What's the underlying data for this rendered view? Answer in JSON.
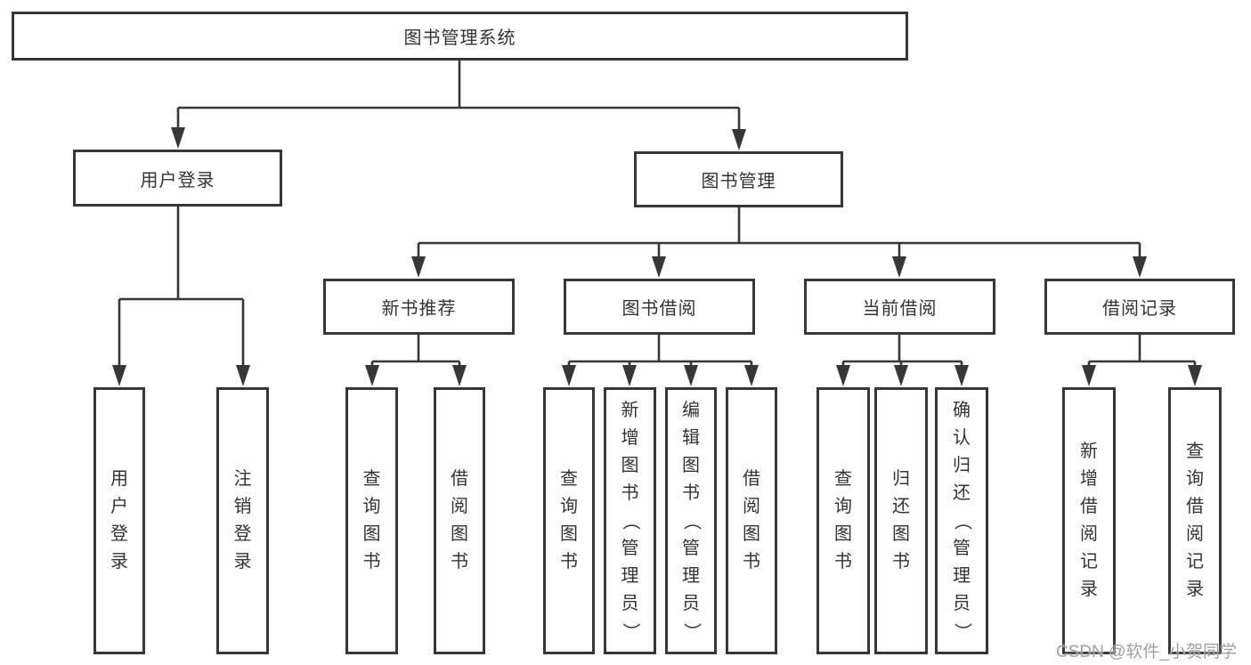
{
  "diagram": {
    "root": {
      "label": "图书管理系统"
    },
    "branches": [
      {
        "label": "用户登录",
        "leaves": [
          {
            "label": "用户登录"
          },
          {
            "label": "注销登录"
          }
        ]
      },
      {
        "label": "图书管理",
        "sections": [
          {
            "label": "新书推荐",
            "leaves": [
              {
                "label": "查询图书"
              },
              {
                "label": "借阅图书"
              }
            ]
          },
          {
            "label": "图书借阅",
            "leaves": [
              {
                "label": "查询图书"
              },
              {
                "label": "新增图书（管理员）"
              },
              {
                "label": "编辑图书（管理员）"
              },
              {
                "label": "借阅图书"
              }
            ]
          },
          {
            "label": "当前借阅",
            "leaves": [
              {
                "label": "查询图书"
              },
              {
                "label": "归还图书"
              },
              {
                "label": "确认归还（管理员）"
              }
            ]
          },
          {
            "label": "借阅记录",
            "leaves": [
              {
                "label": "新增借阅记录"
              },
              {
                "label": "查询借阅记录"
              }
            ]
          }
        ]
      }
    ]
  },
  "watermark": {
    "text": "CSDN @软件_小贺同学"
  },
  "colors": {
    "line": "#373737",
    "box_border": "#373737",
    "text": "#333333",
    "background": "#ffffff",
    "watermark": "#9b9b9b"
  }
}
